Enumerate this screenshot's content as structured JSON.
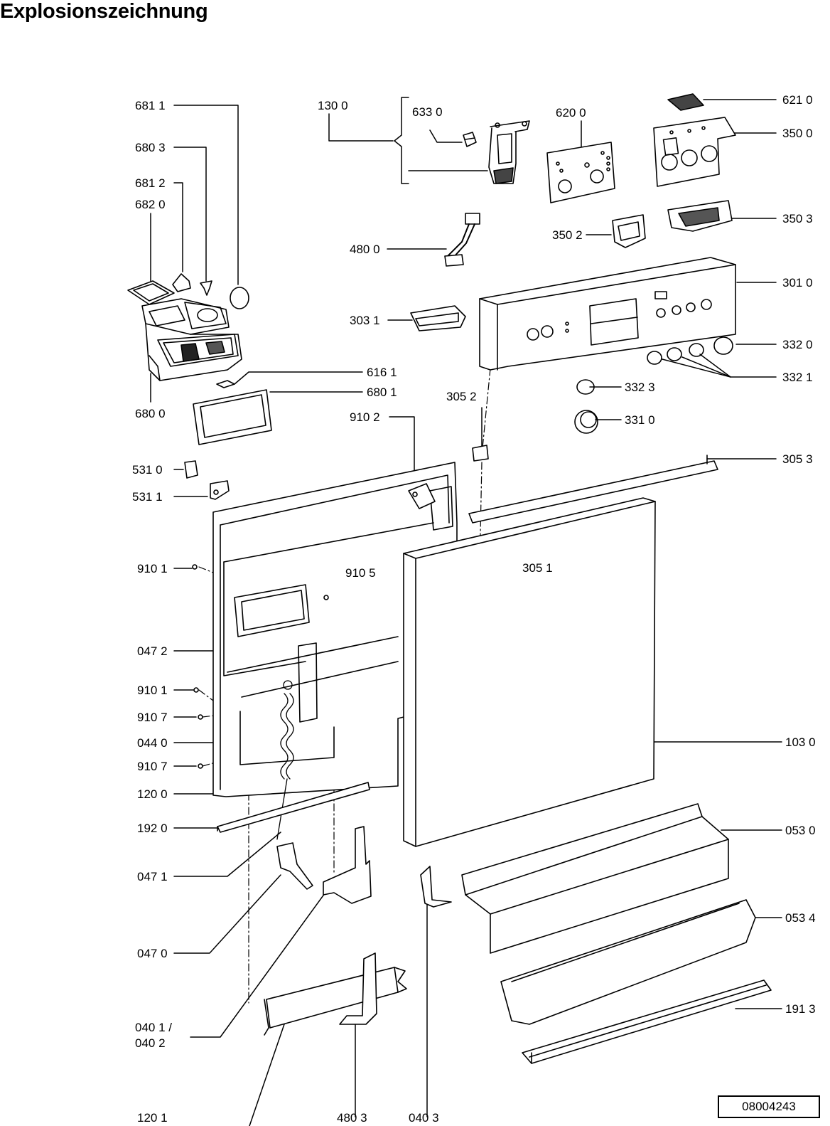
{
  "title": "Explosionszeichnung",
  "document_number": "08004243",
  "labels": {
    "p6811": "681 1",
    "p6803": "680 3",
    "p6812": "681 2",
    "p6820": "682 0",
    "p6800": "680 0",
    "p1300": "130 0",
    "p6330": "633 0",
    "p6200": "620 0",
    "p6210": "621 0",
    "p3500": "350 0",
    "p3503": "350 3",
    "p3502": "350 2",
    "p4800": "480 0",
    "p3010": "301 0",
    "p3031": "303 1",
    "p3320": "332 0",
    "p3321": "332 1",
    "p3323": "332 3",
    "p3310": "331 0",
    "p6161": "616 1",
    "p6801": "680 1",
    "p3052": "305 2",
    "p9102": "910 2",
    "p3053": "305 3",
    "p5310": "531 0",
    "p5311": "531 1",
    "p9101a": "910 1",
    "p9105": "910 5",
    "p3051": "305 1",
    "p0472": "047 2",
    "p9101b": "910 1",
    "p9107a": "910 7",
    "p0440": "044 0",
    "p9107b": "910 7",
    "p1200": "120 0",
    "p1030": "103 0",
    "p1920": "192 0",
    "p0530": "053 0",
    "p0471": "047 1",
    "p0534": "053 4",
    "p0470": "047 0",
    "p0401": "040 1 /",
    "p0402": "040 2",
    "p1913": "191 3",
    "p1201": "120 1",
    "p4803": "480 3",
    "p0403": "040 3"
  }
}
